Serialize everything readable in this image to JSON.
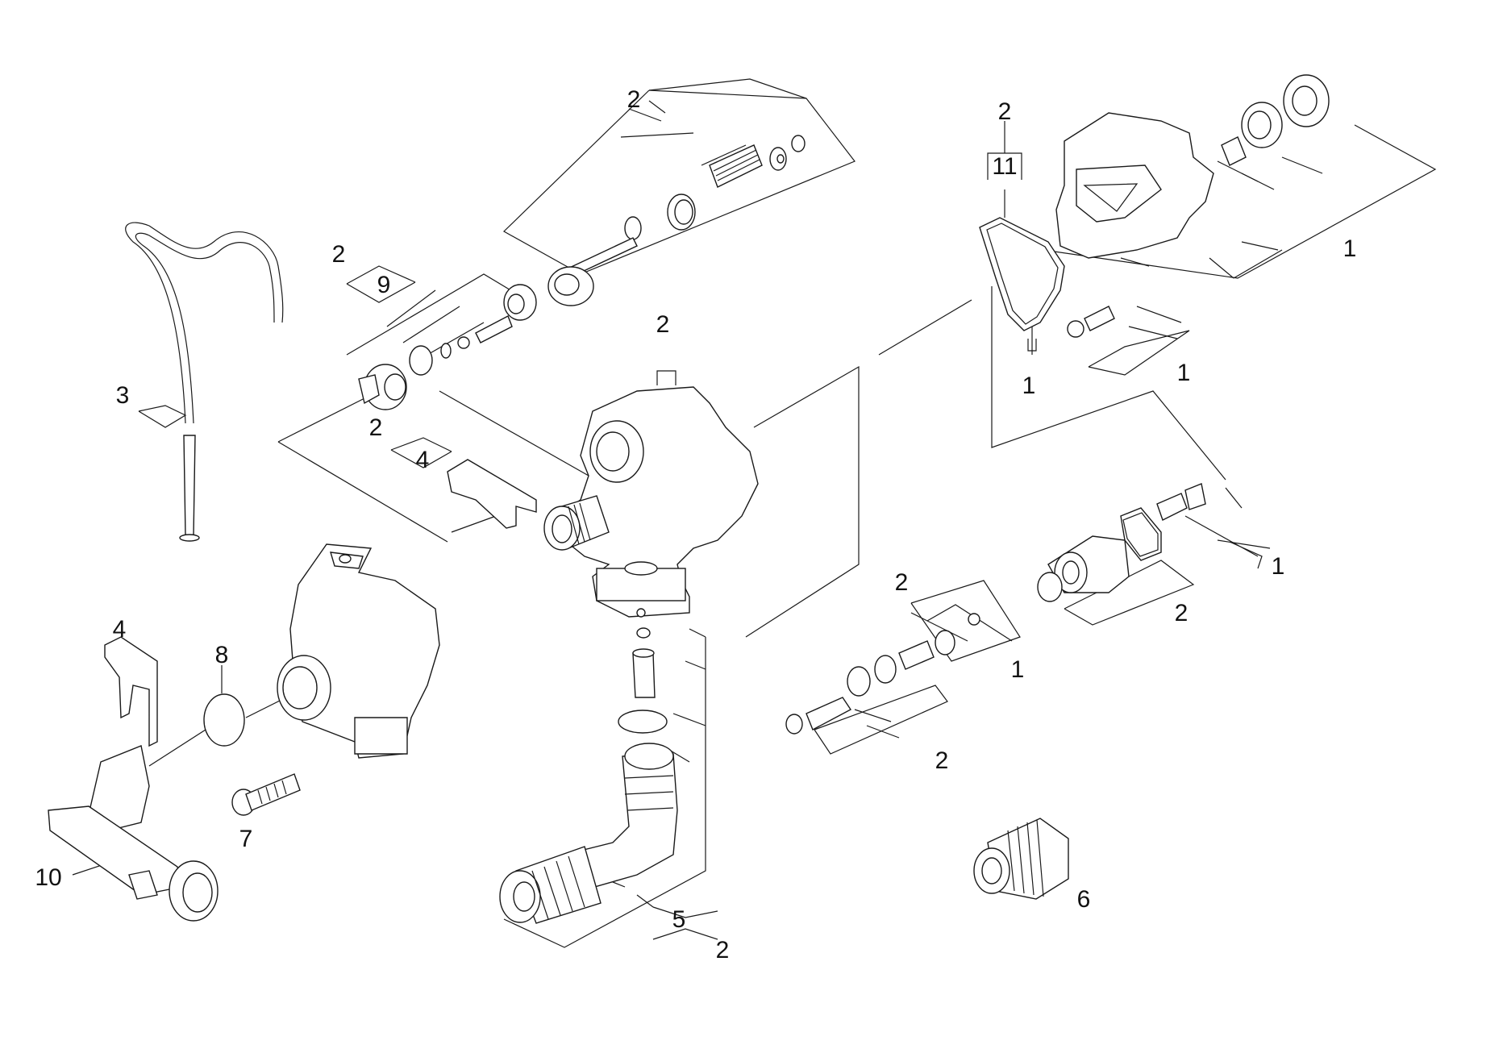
{
  "diagram": {
    "callouts": [
      {
        "id": "c-2-a",
        "text": "2"
      },
      {
        "id": "c-2-b",
        "text": "2"
      },
      {
        "id": "c-9",
        "text": "9"
      },
      {
        "id": "c-3",
        "text": "3"
      },
      {
        "id": "c-2-c",
        "text": "2"
      },
      {
        "id": "c-4-a",
        "text": "4"
      },
      {
        "id": "c-2-d",
        "text": "2"
      },
      {
        "id": "c-2-e",
        "text": "2"
      },
      {
        "id": "c-11",
        "text": "11"
      },
      {
        "id": "c-1-a",
        "text": "1"
      },
      {
        "id": "c-1-b",
        "text": "1"
      },
      {
        "id": "c-1-c",
        "text": "1"
      },
      {
        "id": "c-1-d",
        "text": "1"
      },
      {
        "id": "c-2-f",
        "text": "2"
      },
      {
        "id": "c-2-g",
        "text": "2"
      },
      {
        "id": "c-1-e",
        "text": "1"
      },
      {
        "id": "c-2-h",
        "text": "2"
      },
      {
        "id": "c-4-b",
        "text": "4"
      },
      {
        "id": "c-8",
        "text": "8"
      },
      {
        "id": "c-7",
        "text": "7"
      },
      {
        "id": "c-10",
        "text": "10"
      },
      {
        "id": "c-5",
        "text": "5"
      },
      {
        "id": "c-2-i",
        "text": "2"
      },
      {
        "id": "c-6",
        "text": "6"
      }
    ]
  }
}
